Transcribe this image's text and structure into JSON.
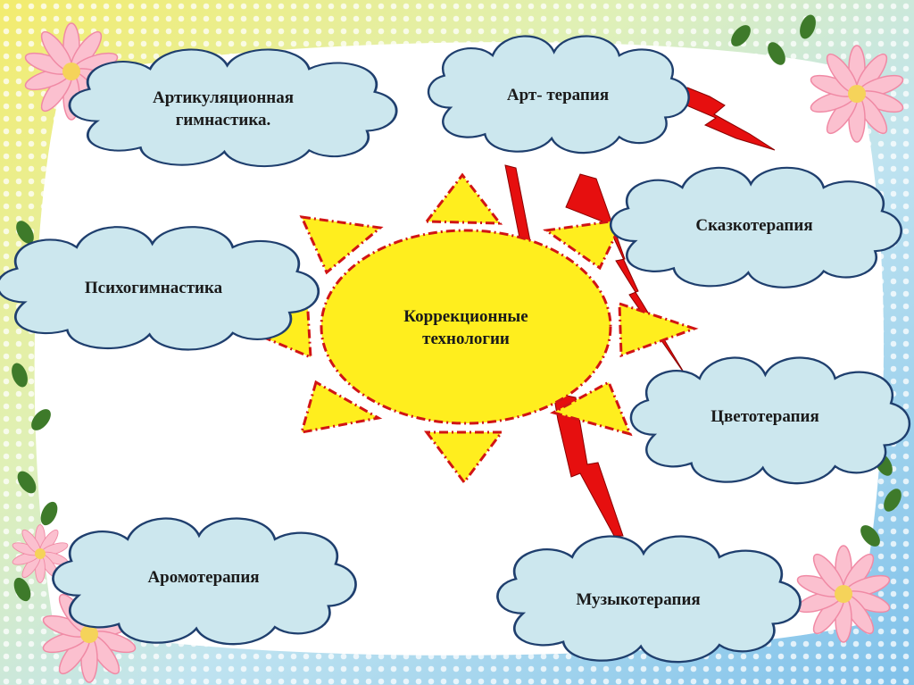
{
  "center": {
    "line1": "Коррекционные",
    "line2": "технологии"
  },
  "clouds": {
    "articulation": {
      "line1": "Артикуляционная",
      "line2": "гимнастика."
    },
    "art": {
      "text": "Арт- терапия"
    },
    "fairytale": {
      "text": "Сказкотерапия"
    },
    "psycho": {
      "text": "Психогимнастика"
    },
    "color": {
      "text": "Цветотерапия"
    },
    "aroma": {
      "text": "Аромотерапия"
    },
    "music": {
      "text": "Музыкотерапия"
    }
  },
  "colors": {
    "cloud_fill": "#cce7ee",
    "cloud_stroke": "#1f3f6e",
    "sun_fill": "#ffee1e",
    "sun_stroke": "#d11414",
    "ray_fill": "#ffee1e",
    "bolt_fill": "#e60f0f",
    "background_inner": "#ffffff",
    "flower_petal": "#f7b7c8",
    "leaf": "#3e7a2a"
  }
}
